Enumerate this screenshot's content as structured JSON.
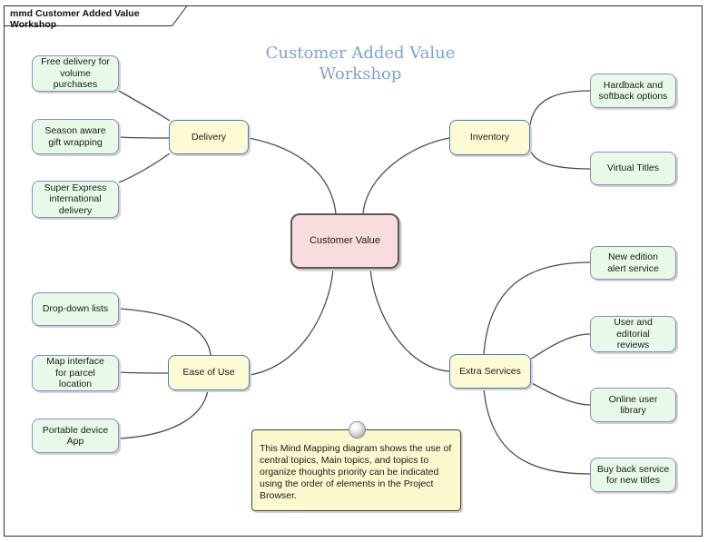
{
  "frame": {
    "tab_label": "mmd Customer Added Value Workshop"
  },
  "title": "Customer Added Value\nWorkshop",
  "central_topic": "Customer Value",
  "branches": [
    {
      "topic": "Delivery",
      "children": [
        "Free delivery for\nvolume\npurchases",
        "Season aware\ngift wrapping",
        "Super Express\ninternational\ndelivery"
      ]
    },
    {
      "topic": "Inventory",
      "children": [
        "Hardback and\nsoftback options",
        "Virtual Titles"
      ]
    },
    {
      "topic": "Ease of Use",
      "children": [
        "Drop-down lists",
        "Map interface\nfor parcel\nlocation",
        "Portable device\nApp"
      ]
    },
    {
      "topic": "Extra Services",
      "children": [
        "New edition\nalert service",
        "User and\neditorial\nreviews",
        "Online user\nlibrary",
        "Buy back service\nfor new titles"
      ]
    }
  ],
  "note": "This Mind Mapping diagram shows the use of\ncentral topics, Main topics, and topics to\norganize thoughts priority can be indicated\nusing the order of elements in the Project\nBrowser.",
  "colors": {
    "central_fill": "#f9dcdc",
    "central_border": "#595959",
    "main_topic_fill": "#fcfbd3",
    "main_topic_border": "#4a7cbd",
    "sub_topic_fill": "#e7fae7",
    "sub_topic_border": "#8888cb",
    "note_fill": "#fcf9cf",
    "connector": "#4c4c4c",
    "title_text": "#7fa5cd",
    "frame_border": "#2f2f2f"
  }
}
